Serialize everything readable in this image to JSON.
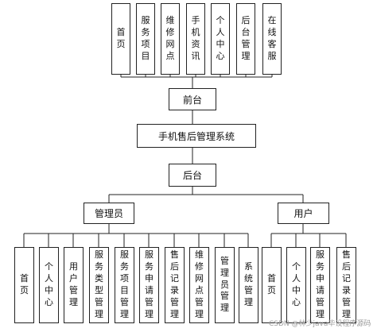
{
  "top_modules": [
    "首页",
    "服务项目",
    "维修网点",
    "手机资讯",
    "个人中心",
    "后台管理",
    "在线客服"
  ],
  "front": "前台",
  "root": "手机售后管理系统",
  "back": "后台",
  "admin": {
    "label": "管理员",
    "modules": [
      "首页",
      "个人中心",
      "用户管理",
      "服务类型管理",
      "服务项目管理",
      "服务申请管理",
      "售后记录管理",
      "维修网点管理",
      "管理员管理",
      "系统管理"
    ]
  },
  "user": {
    "label": "用户",
    "modules": [
      "首页",
      "个人中心",
      "服务申请管理",
      "售后记录管理"
    ]
  },
  "watermark": "CSDN @林少java毕设程序源码"
}
